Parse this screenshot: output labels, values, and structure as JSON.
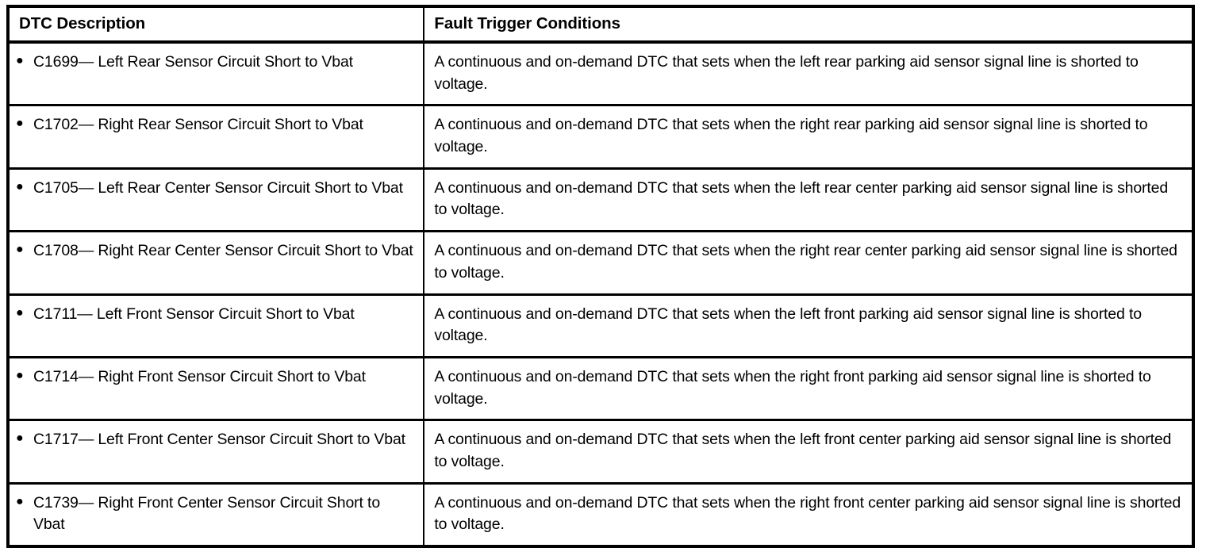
{
  "table": {
    "columns": [
      {
        "key": "dtc_description",
        "label": "DTC Description"
      },
      {
        "key": "fault_trigger_conditions",
        "label": "Fault Trigger Conditions"
      }
    ],
    "bullet_glyph": "●",
    "rows": [
      {
        "dtc_description": "C1699— Left Rear Sensor Circuit Short to Vbat",
        "fault_trigger_conditions": "A continuous and on-demand DTC that sets when the left rear parking aid sensor signal line is shorted to voltage."
      },
      {
        "dtc_description": "C1702— Right Rear Sensor Circuit Short to Vbat",
        "fault_trigger_conditions": "A continuous and on-demand DTC that sets when the right rear parking aid sensor signal line is shorted to voltage."
      },
      {
        "dtc_description": "C1705— Left Rear Center Sensor Circuit Short to Vbat",
        "fault_trigger_conditions": "A continuous and on-demand DTC that sets when the left rear center parking aid sensor signal line is shorted to voltage."
      },
      {
        "dtc_description": "C1708— Right Rear Center Sensor Circuit Short to Vbat",
        "fault_trigger_conditions": "A continuous and on-demand DTC that sets when the right rear center parking aid sensor signal line is shorted to voltage."
      },
      {
        "dtc_description": "C1711— Left Front Sensor Circuit Short to Vbat",
        "fault_trigger_conditions": "A continuous and on-demand DTC that sets when the left front parking aid sensor signal line is shorted to voltage."
      },
      {
        "dtc_description": "C1714— Right Front Sensor Circuit Short to Vbat",
        "fault_trigger_conditions": "A continuous and on-demand DTC that sets when the right front parking aid sensor signal line is shorted to voltage."
      },
      {
        "dtc_description": "C1717— Left Front Center Sensor Circuit Short to Vbat",
        "fault_trigger_conditions": "A continuous and on-demand DTC that sets when the left front center parking aid sensor signal line is shorted to voltage."
      },
      {
        "dtc_description": "C1739— Right Front Center Sensor Circuit Short to Vbat",
        "fault_trigger_conditions": "A continuous and on-demand DTC that sets when the right front center parking aid sensor signal line is shorted to voltage."
      }
    ]
  },
  "colors": {
    "border": "#000000",
    "text": "#000000",
    "background": "#ffffff"
  }
}
